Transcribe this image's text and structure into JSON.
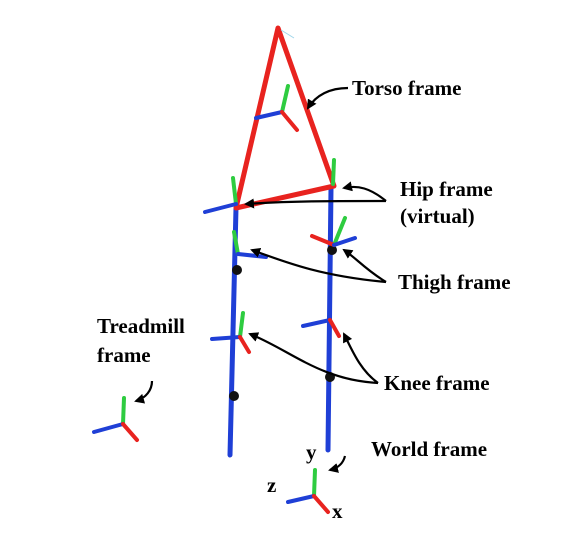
{
  "labels": {
    "torso": "Torso frame",
    "hip_line1": "Hip frame",
    "hip_line2": "(virtual)",
    "thigh": "Thigh frame",
    "treadmill_line1": "Treadmill",
    "treadmill_line2": "frame",
    "knee": "Knee frame",
    "world": "World frame",
    "axis_y": "y",
    "axis_z": "z",
    "axis_x": "x"
  },
  "colors": {
    "torso_body": "#e8231f",
    "leg": "#1f3fd6",
    "axis_x": "#e8231f",
    "axis_y": "#2ecc40",
    "axis_z": "#1f3fd6",
    "joint": "#111111",
    "arrow": "#000000"
  }
}
